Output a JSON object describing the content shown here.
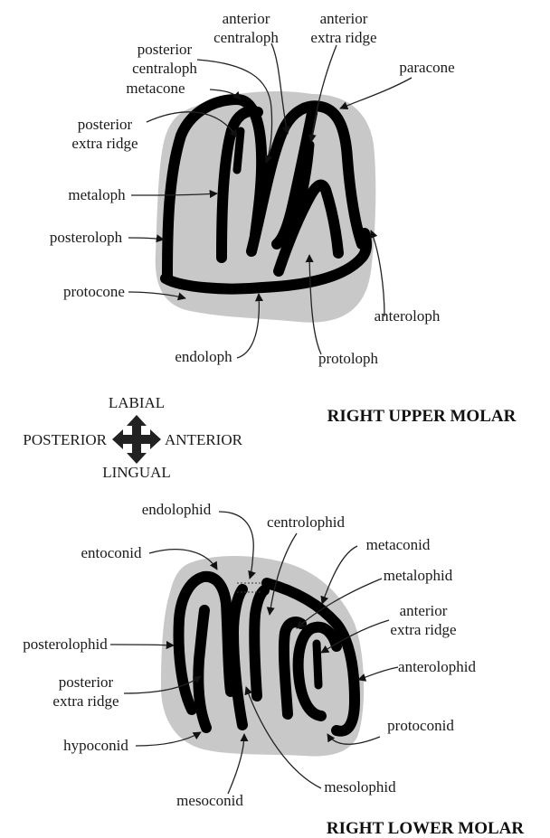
{
  "upper": {
    "title": "RIGHT UPPER MOLAR",
    "labels": {
      "anterior_centraloph": [
        "anterior",
        "centraloph"
      ],
      "anterior_extra_ridge": [
        "anterior",
        "extra ridge"
      ],
      "posterior_centraloph": [
        "posterior",
        "centraloph"
      ],
      "metacone": "metacone",
      "paracone": "paracone",
      "posterior_extra_ridge": [
        "posterior",
        "extra ridge"
      ],
      "metaloph": "metaloph",
      "posteroloph": "posteroloph",
      "protocone": "protocone",
      "anteroloph": "anteroloph",
      "endoloph": "endoloph",
      "protoloph": "protoloph"
    }
  },
  "orientation": {
    "labial": "LABIAL",
    "lingual": "LINGUAL",
    "posterior": "POSTERIOR",
    "anterior": "ANTERIOR"
  },
  "lower": {
    "title": "RIGHT LOWER MOLAR",
    "labels": {
      "endolophid": "endolophid",
      "centrolophid": "centrolophid",
      "entoconid": "entoconid",
      "metaconid": "metaconid",
      "metalophid": "metalophid",
      "anterior_extra_ridge": [
        "anterior",
        "extra ridge"
      ],
      "posterolophid": "posterolophid",
      "anterolophid": "anterolophid",
      "posterior_extra_ridge": [
        "posterior",
        "extra ridge"
      ],
      "hypoconid": "hypoconid",
      "protoconid": "protoconid",
      "mesolophid": "mesolophid",
      "mesoconid": "mesoconid"
    }
  },
  "colors": {
    "tooth_fill": "#c8c8c8",
    "ridge": "#000000",
    "text": "#1a1a1a"
  }
}
